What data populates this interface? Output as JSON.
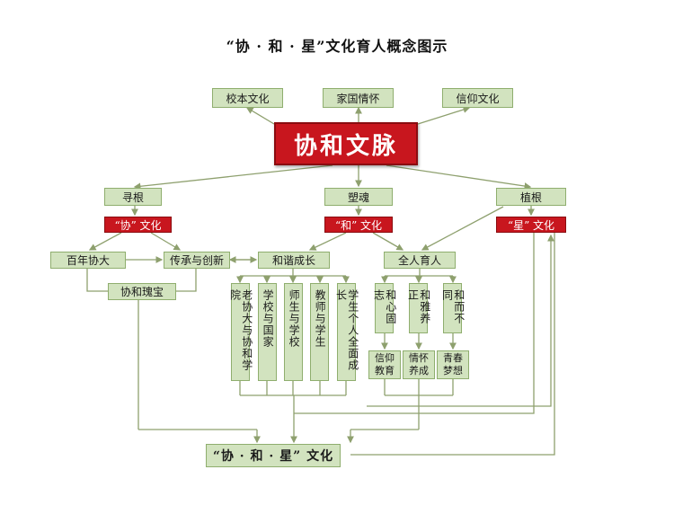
{
  "title": "“协 · 和 · 星”文化育人概念图示",
  "core": "协和文脉",
  "top_nodes": [
    "校本文化",
    "家国情怀",
    "信仰文化"
  ],
  "level2": [
    "寻根",
    "塑魂",
    "植根"
  ],
  "level3": [
    "“协” 文化",
    "“和” 文化",
    "“星” 文化"
  ],
  "level4": [
    "百年协大",
    "传承与创新",
    "和谐成长",
    "全人育人"
  ],
  "treasure": "协和瑰宝",
  "harmony_items": [
    "老协大与协和学院",
    "学校与国家",
    "师生与学校",
    "教师与学生",
    "学生个人全面成长"
  ],
  "holistic_items": [
    "和心固志",
    "和雅养正",
    "和而不同"
  ],
  "holistic_results": [
    "信仰教育",
    "情怀养成",
    "青春梦想"
  ],
  "bottom": "“协 · 和 · 星” 文化",
  "colors": {
    "green_fill": "#d2e3bf",
    "green_border": "#8fae6e",
    "red_fill": "#c8161e",
    "line": "#8ea06e"
  }
}
